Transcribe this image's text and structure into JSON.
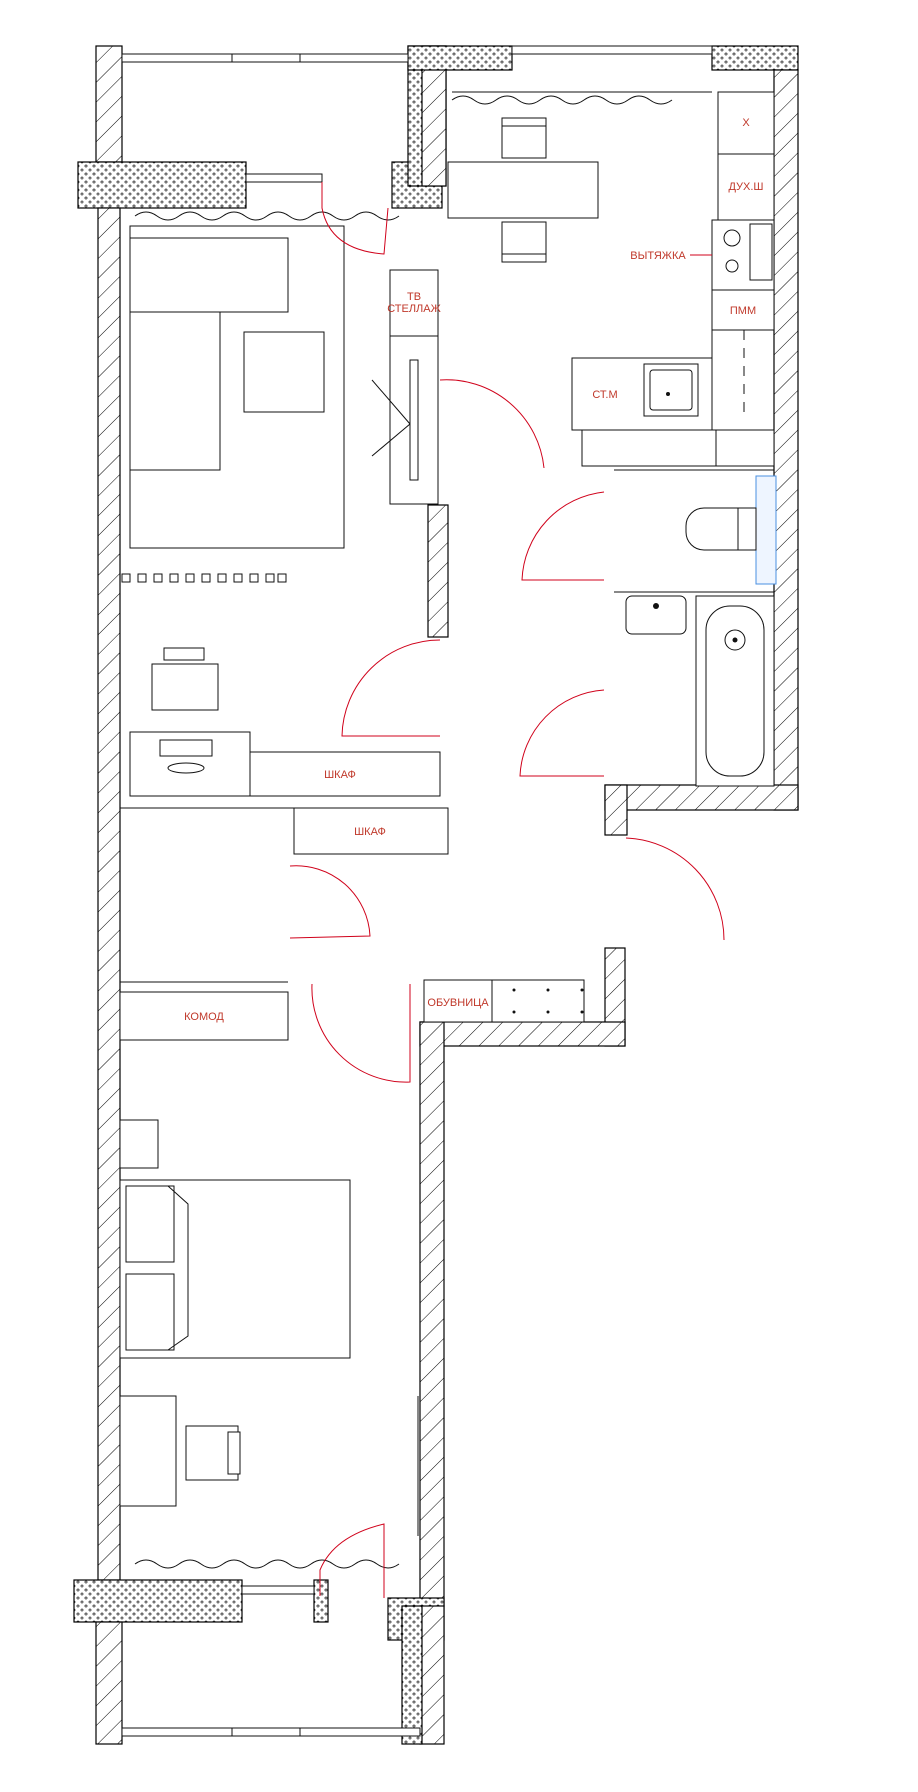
{
  "labels": {
    "fridge": "Х",
    "oven": "ДУХ.Ш",
    "hood": "ВЫТЯЖКА",
    "dishwasher": "ПММ",
    "washer": "СТ.М",
    "tv_shelf_line1": "ТВ",
    "tv_shelf_line2": "СТЕЛЛАЖ",
    "wardrobe1": "ШКАФ",
    "wardrobe2": "ШКАФ",
    "dresser": "КОМОД",
    "shoe_rack": "ОБУВНИЦА"
  },
  "colors": {
    "walls": "#000000",
    "labels": "#c0392b",
    "door_swings": "#d0021b",
    "shower_screen": "#4a90e2",
    "background": "#ffffff"
  }
}
